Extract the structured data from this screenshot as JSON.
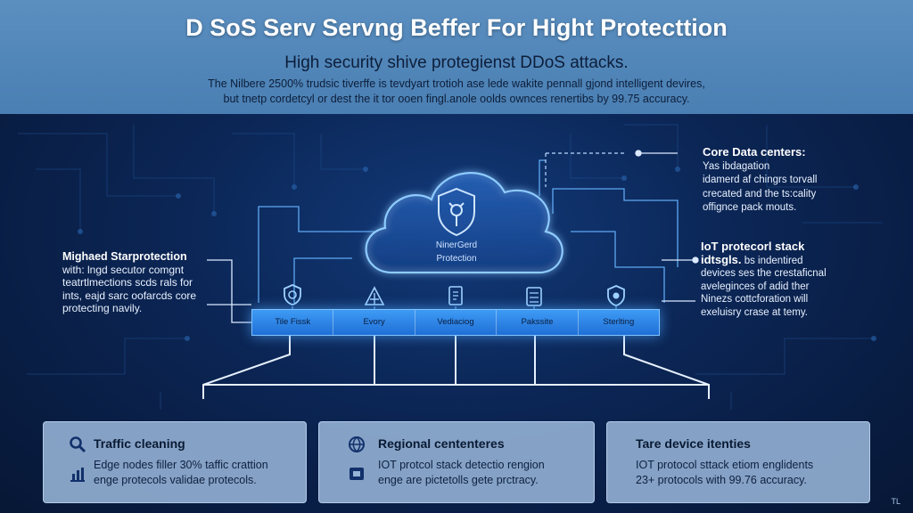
{
  "header": {
    "title": "D SoS Serv Servng Beffer For Hight Protecttion",
    "subtitle": "High security shive protegienst DDoS attacks.",
    "desc_line1": "The Nilbere 2500% trudsic tiverffe is tevdyart trotioh ase lede wakite pennall gjond intelligent devires,",
    "desc_line2": "but tnetp cordetcyl or dest the it tor ooen fingl.anole oolds ownces renertibs by 99.75 accuracy."
  },
  "cloud": {
    "label_line1": "NinerGerd",
    "label_line2": "Protection",
    "icon": "shield-icon"
  },
  "bar": {
    "segments": [
      "Tile Fissk",
      "Evory",
      "Vediaciog",
      "Pakssite",
      "Sterlting"
    ]
  },
  "nodes": [
    {
      "icon": "shield-icon"
    },
    {
      "icon": "network-icon"
    },
    {
      "icon": "document-icon"
    },
    {
      "icon": "server-icon"
    },
    {
      "icon": "lock-icon"
    }
  ],
  "left_panel": {
    "title": "Mighaed Starprotection",
    "line1": "with: lngd secutor comgnt",
    "line2": "teatrtlmections scds rals for",
    "line3": "ints, eajd sarc oofarcds core",
    "line4": "protecting navily."
  },
  "right_top": {
    "title": "Core Data centers:",
    "line1": "Yas ibdagation",
    "line2": "idamerd af chingrs torvall",
    "line3": "crecated and the ts:cality",
    "line4": "offignce pack mouts."
  },
  "right_bottom": {
    "title1": "IoT protecorl stack",
    "title2": "idtsgls.",
    "title2_rest": " bs indentired",
    "line1": "devices ses the crestaficnal",
    "line2": "aveleginces of adid ther",
    "line3": "Ninezs cottcforation will",
    "line4": "exeluisry crase at temy."
  },
  "cards": [
    {
      "title": "Traffic cleaning",
      "line1": "Edge nodes filler 30% taffic crattion",
      "line2": "enge protecols validae protecols.",
      "icon_title": "search-icon",
      "icon_line": "chart-icon"
    },
    {
      "title": "Regional cententeres",
      "line1": "IOT protcol stack detectio rengion",
      "line2": "enge are pictetolls gete prctracy.",
      "icon_title": "globe-icon",
      "icon_line": "chip-icon"
    },
    {
      "title": "Tare device itenties",
      "line1": "IOT protocol sttack etiom englidents",
      "line2": "23+ protocols with 99.76 accuracy."
    }
  ],
  "corner_mark": "TL",
  "colors": {
    "accent": "#3e9bf5",
    "glow": "#7fc3ff",
    "header_bg": "#5b8fc0",
    "card_bg": "#96b4d7"
  }
}
